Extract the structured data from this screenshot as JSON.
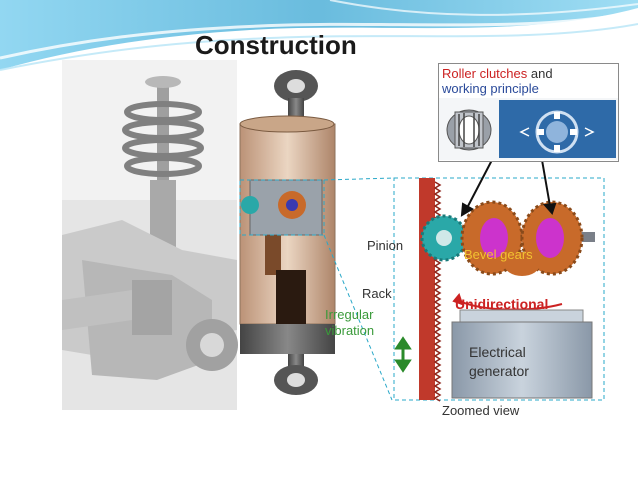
{
  "slide": {
    "title": "Construction"
  },
  "figure": {
    "inset_title_line1_part1": "Roller clutches",
    "inset_title_line1_part2": " and",
    "inset_title_line2": "working principle",
    "labels": {
      "pinion": "Pinion",
      "bevel_gears": "Bevel gears",
      "rack": "Rack",
      "irregular": "Irregular",
      "vibration": "vibration",
      "unidirectional": "Unidirectional",
      "generator_line1": "Electrical",
      "generator_line2": "generator",
      "zoomed_view": "Zoomed view"
    }
  },
  "colors": {
    "header_wave": "#4fb0d8",
    "rack": "#c0392b",
    "pinion": "#2aa8a8",
    "bevel_gear": "#c86a2a",
    "clutch": "#cc33cc",
    "generator": "#a9b6c4",
    "irregular_text": "#3a9a3a",
    "unidirectional_text": "#cc2222",
    "inset_title_blue": "#2a4a9a",
    "inset_title_red": "#cc2222"
  }
}
